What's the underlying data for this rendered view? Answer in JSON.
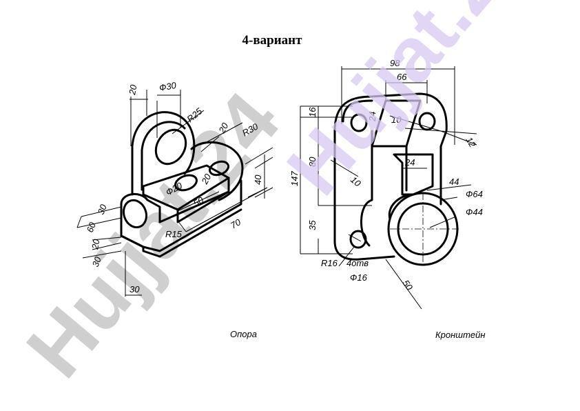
{
  "title": "4-вариант",
  "watermark": {
    "text": "Hujjat.24",
    "colors": [
      "#cfcfcf",
      "#d9c9f2"
    ]
  },
  "parts": [
    {
      "caption": "Опора",
      "dimensions": [
        "20",
        "Ф30",
        "R25",
        "20",
        "R30",
        "40",
        "20",
        "Ф20",
        "50",
        "70",
        "30",
        "60",
        "20",
        "30",
        "R15",
        "30"
      ]
    },
    {
      "caption": "Кронштейн",
      "dimensions": [
        "98",
        "66",
        "16",
        "24",
        "10",
        "12",
        "147",
        "80",
        "10",
        "24",
        "44",
        "Ф64",
        "Ф44",
        "35",
        "R16",
        "4отв",
        "Ф16",
        "50"
      ]
    }
  ]
}
